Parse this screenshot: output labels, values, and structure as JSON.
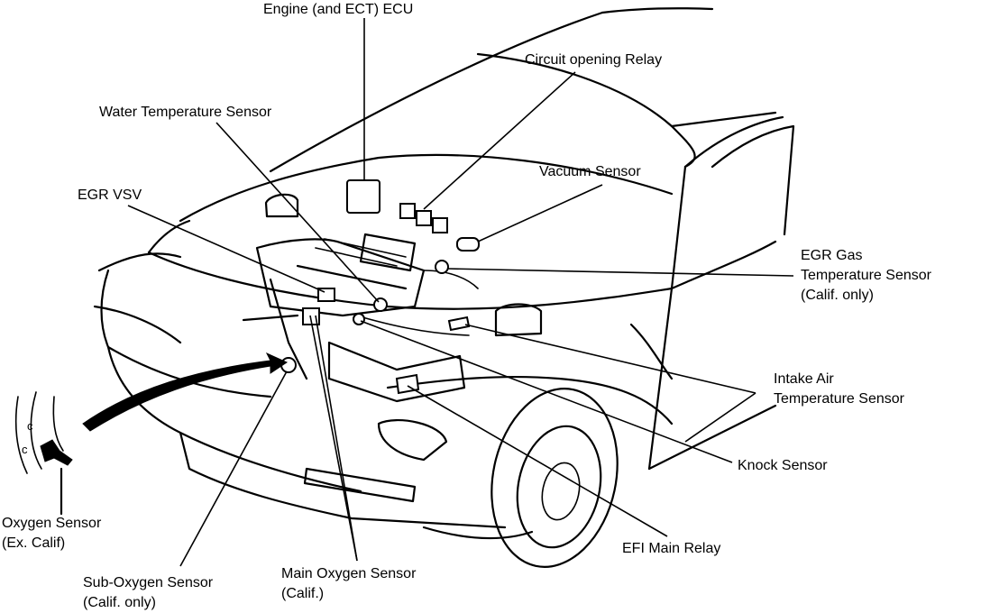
{
  "labels": {
    "ecu": "Engine (and ECT) ECU",
    "circuit_relay": "Circuit opening Relay",
    "water_temp": "Water Temperature Sensor",
    "vacuum": "Vacuum Sensor",
    "egr_vsv": "EGR VSV",
    "egr_gas_1": "EGR Gas",
    "egr_gas_2": "Temperature Sensor",
    "egr_gas_3": "(Calif. only)",
    "intake_air_1": "Intake Air",
    "intake_air_2": "Temperature Sensor",
    "knock": "Knock Sensor",
    "efi_relay": "EFI Main Relay",
    "oxygen_1": "Oxygen Sensor",
    "oxygen_2": "(Ex. Calif)",
    "sub_oxygen_1": "Sub-Oxygen Sensor",
    "sub_oxygen_2": "(Calif. only)",
    "main_oxygen_1": "Main Oxygen Sensor",
    "main_oxygen_2": "(Calif.)"
  },
  "inset_marks": [
    "c",
    "c"
  ]
}
